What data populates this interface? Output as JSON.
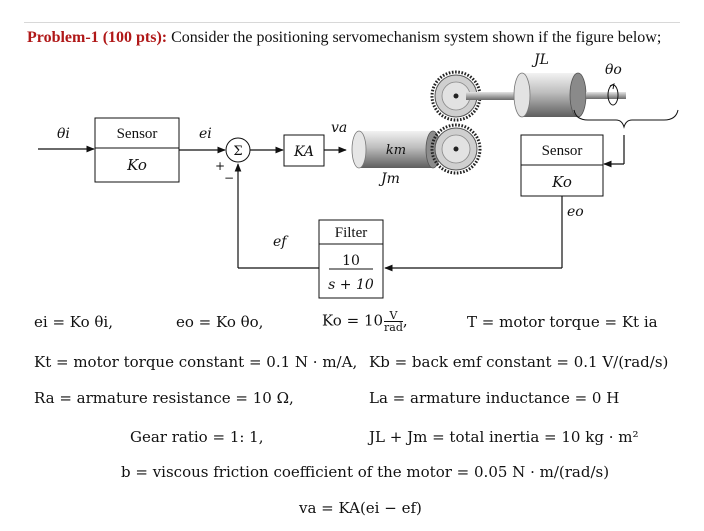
{
  "problem": {
    "lead": "Problem-1 (100 pts):",
    "text": " Consider the positioning servomechanism system shown if the figure below;"
  },
  "diagram": {
    "theta_i": "θi",
    "sensor1_label": "Sensor",
    "sensor1_gain": "Ko",
    "e_i": "ei",
    "sum_symbol": "Σ",
    "plus": "+",
    "minus": "−",
    "ka": "KA",
    "v_a": "va",
    "km": "km",
    "jm": "Jm",
    "jl": "JL",
    "theta_o": "θo",
    "sensor2_label": "Sensor",
    "sensor2_gain": "Ko",
    "e_o": "eo",
    "filter_label": "Filter",
    "filter_num": "10",
    "filter_den": "s + 10",
    "e_f": "ef"
  },
  "equations": {
    "eq1": "ei = Ko θi,",
    "eq2": "eo = Ko θo,",
    "eq3_left": "Ko = 10",
    "eq3_num": "V",
    "eq3_den": "rad",
    "eq3_tail": ",",
    "eq4": "T = motor torque = Kt ia",
    "eq5": "Kt = motor torque constant = 0.1 N · m/A,",
    "eq6": "Kb = back emf constant = 0.1 V/(rad/s)",
    "eq7": "Ra = armature resistance = 10 Ω,",
    "eq8": "La = armature inductance = 0 H",
    "eq9": "Gear ratio = 1: 1,",
    "eq10": "JL + Jm = total inertia = 10 kg · m²",
    "eq11": "b = viscous friction coefficient of the motor = 0.05 N · m/(rad/s)",
    "eq12": "va = KA(ei − ef)"
  }
}
